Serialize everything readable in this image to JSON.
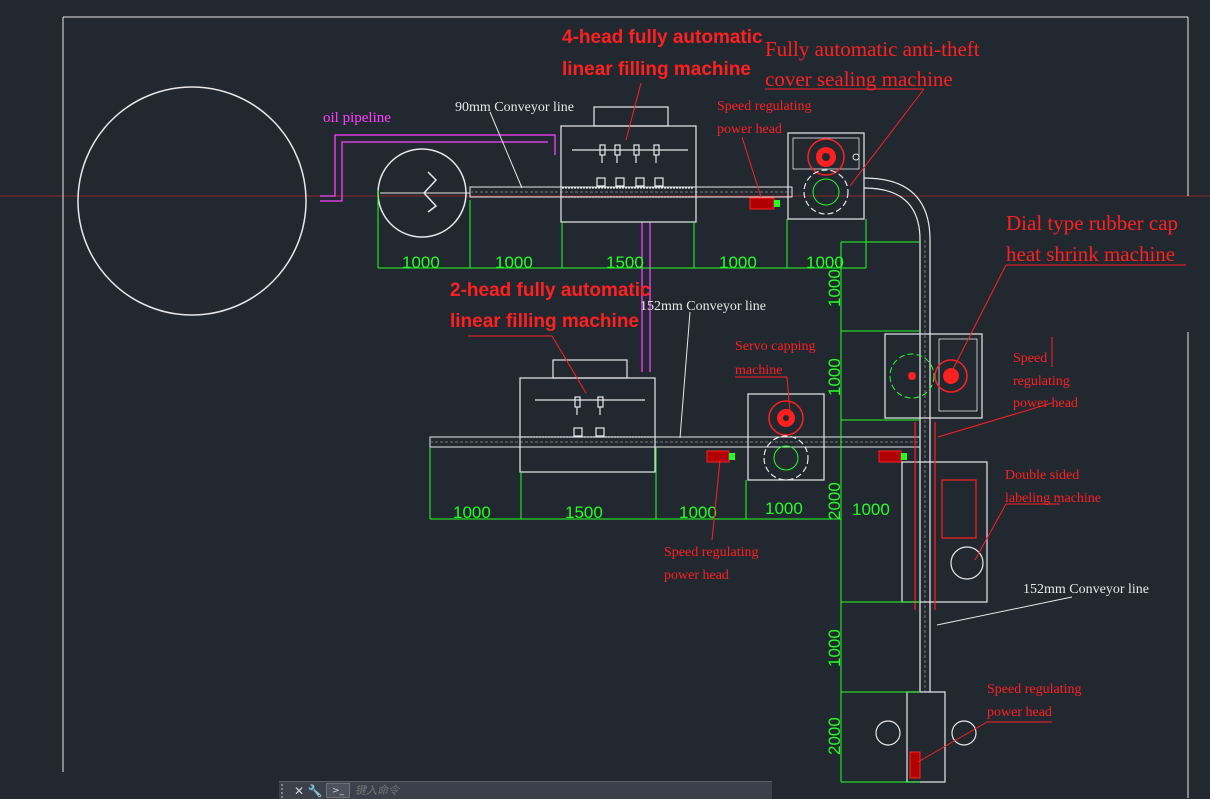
{
  "titles": {
    "four_head_l1": "4-head fully automatic",
    "four_head_l2": "linear filling machine",
    "two_head_l1": "2-head fully automatic",
    "two_head_l2": "linear filling machine",
    "anti_theft_l1": "Fully automatic anti-theft",
    "anti_theft_l2": "cover sealing machine",
    "dial_l1": "Dial type rubber cap",
    "dial_l2": "heat shrink machine"
  },
  "labels": {
    "oil_pipeline": "oil pipeline",
    "conveyor_90": "90mm Conveyor line",
    "conveyor_152_a": "152mm Conveyor line",
    "conveyor_152_b": "152mm Conveyor line",
    "speed_top_l1": "Speed regulating",
    "speed_top_l2": "power head",
    "speed_right_l1": "Speed",
    "speed_right_l2": "regulating",
    "speed_right_l3": "power head",
    "speed_mid_l1": "Speed regulating",
    "speed_mid_l2": "power head",
    "speed_bottom_l1": "Speed regulating",
    "speed_bottom_l2": "power head",
    "servo_l1": "Servo capping",
    "servo_l2": "machine",
    "labeling_l1": "Double sided",
    "labeling_l2": "labeling machine"
  },
  "dimensions": {
    "top_row": [
      "1000",
      "1000",
      "1500",
      "1000",
      "1000"
    ],
    "mid_row": [
      "1000",
      "1500",
      "1000",
      "1000",
      "1000"
    ],
    "vertical": [
      "1000",
      "1000",
      "2000",
      "1000",
      "2000"
    ]
  },
  "command_bar": {
    "close_icon": "close-icon",
    "settings_icon": "wrench-icon",
    "prompt_icon": "command-prompt-icon",
    "prompt_glyph": ">_",
    "placeholder": "键入命令"
  },
  "colors": {
    "background": "#212830",
    "annotation_red": "#ff2020",
    "dimension_green": "#22ff22",
    "pipeline_magenta": "#ff40ff",
    "outline_white": "#e8e8e8"
  }
}
